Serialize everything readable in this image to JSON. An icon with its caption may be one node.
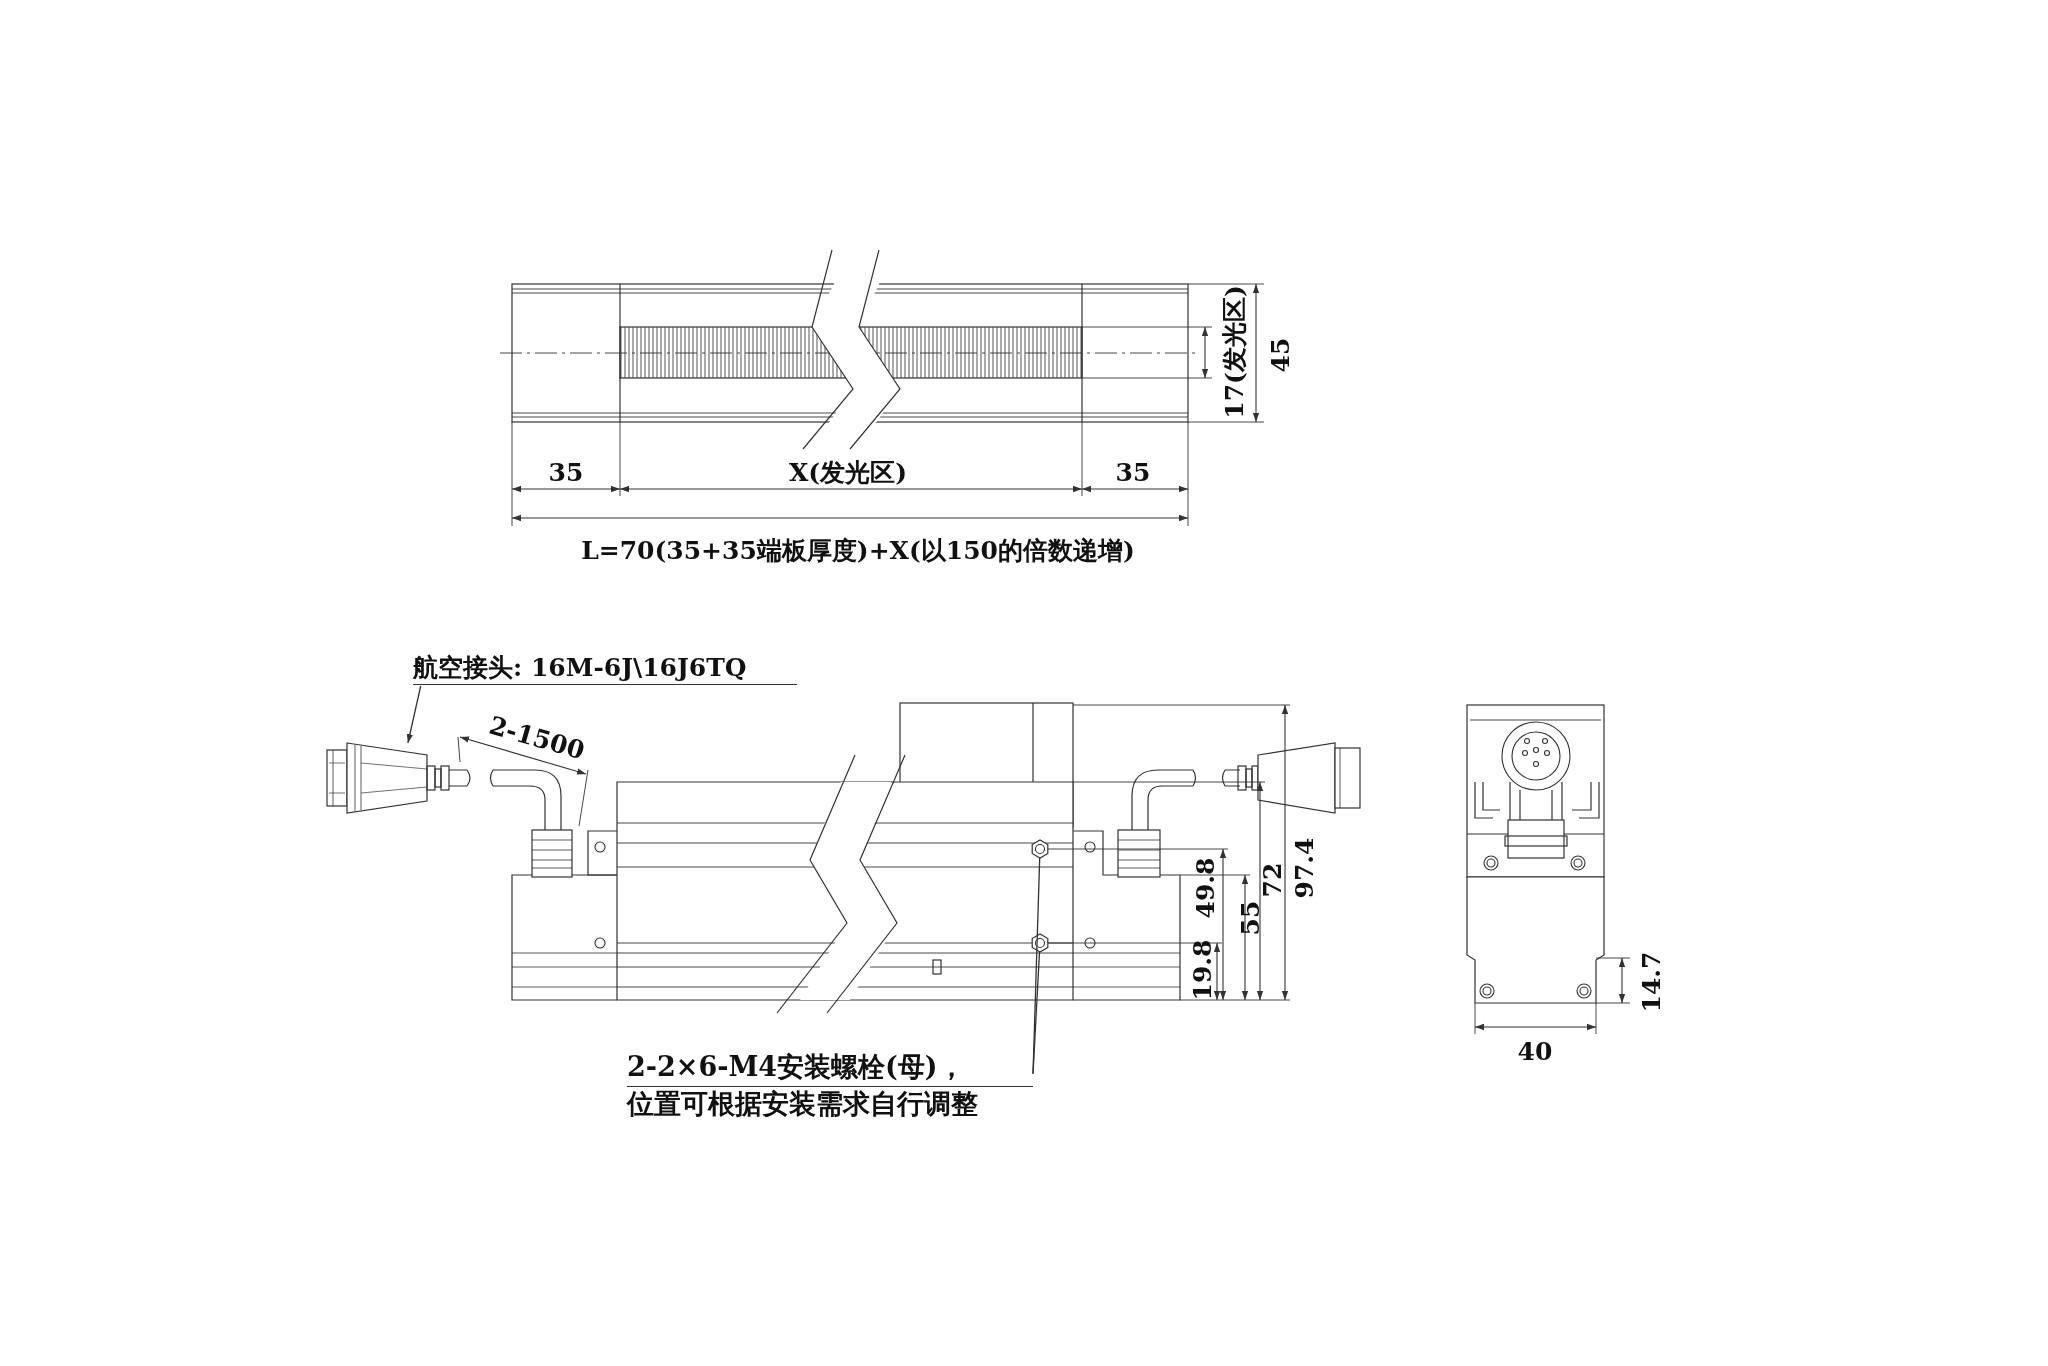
{
  "diagram": {
    "nodes": [
      {
        "text": [
          "航空接头: 16M-6J\\16J6TQ"
        ]
      },
      {
        "text": [],
        "shape": "picture"
      },
      {
        "text": [
          "2-2×6-M4安装螺栓(母)，",
          "位置可根据安装需求自行调整"
        ]
      },
      {
        "text": [],
        "shape": "picture"
      },
      {
        "text": [],
        "shape": "picture"
      }
    ],
    "edges": [
      {
        "from": 0,
        "to": 1,
        "arrow": "to"
      },
      {
        "from": 2,
        "to": 3,
        "arrow": "none"
      },
      {
        "from": 2,
        "to": 4,
        "arrow": "none"
      }
    ],
    "labels": [
      "17(发光区)",
      "45",
      "35",
      "X(发光区)",
      "35",
      "L=70(35+35端板厚度)+X(以150的倍数递增)",
      "2-1500",
      "49.8",
      "72",
      "97.4",
      "55",
      "19.8",
      "14.7",
      "40"
    ]
  }
}
